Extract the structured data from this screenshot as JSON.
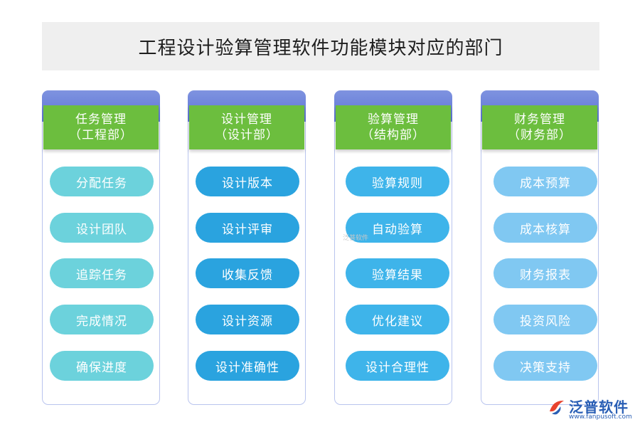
{
  "title": "工程设计验算管理软件功能模块对应的部门",
  "columns": [
    {
      "name": "任务管理",
      "dept": "（工程部）",
      "items": [
        "分配任务",
        "设计团队",
        "追踪任务",
        "完成情况",
        "确保进度"
      ]
    },
    {
      "name": "设计管理",
      "dept": "（设计部）",
      "items": [
        "设计版本",
        "设计评审",
        "收集反馈",
        "设计资源",
        "设计准确性"
      ]
    },
    {
      "name": "验算管理",
      "dept": "（结构部）",
      "items": [
        "验算规则",
        "自动验算",
        "验算结果",
        "优化建议",
        "设计合理性"
      ]
    },
    {
      "name": "财务管理",
      "dept": "（财务部）",
      "items": [
        "成本预算",
        "成本核算",
        "财务报表",
        "投资风险",
        "决策支持"
      ]
    }
  ],
  "watermark": "泛普软件",
  "logo": {
    "name": "泛普软件",
    "url": "www.fanpusoft.com"
  },
  "colors": {
    "header_green": "#6cbe3e",
    "column_top": "#6a80da",
    "col1_pill": "#6cd2dc",
    "col2_pill": "#2aa3df",
    "col3_pill": "#3eb4ea",
    "col4_pill": "#80c8f2"
  }
}
